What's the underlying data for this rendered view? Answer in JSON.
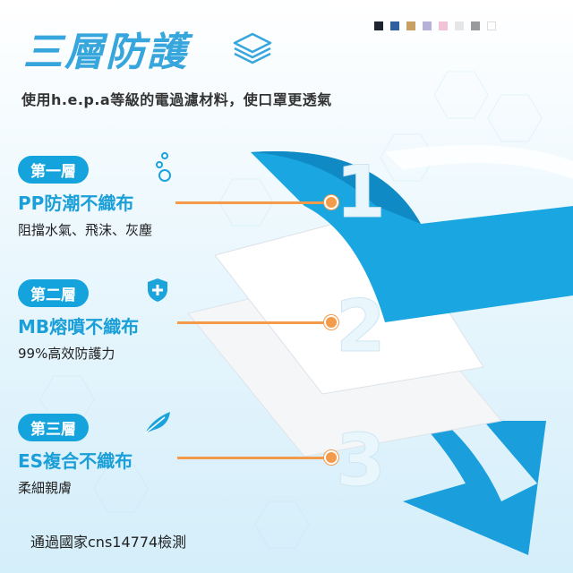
{
  "title": "三層防護",
  "subtitle": "使用h.e.p.a等級的電過濾材料，使口罩更透氣",
  "color_swatches": [
    "#1e2430",
    "#2f5f9e",
    "#c8a064",
    "#b7b0d8",
    "#f2c2d6",
    "#e6e6e6",
    "#9a9a9a",
    "#ffffff"
  ],
  "layers": [
    {
      "badge": "第一層",
      "name": "PP防潮不織布",
      "desc": "阻擋水氣、飛沫、灰塵",
      "icon": "water-drops-icon",
      "number": "1"
    },
    {
      "badge": "第二層",
      "name": "MB熔噴不織布",
      "desc": "99%高效防護力",
      "icon": "shield-plus-icon",
      "number": "2"
    },
    {
      "badge": "第三層",
      "name": "ES複合不織布",
      "desc": "柔細親膚",
      "icon": "feather-icon",
      "number": "3"
    }
  ],
  "footer": "通過國家cns14774檢測",
  "colors": {
    "accent": "#14a3dc",
    "connector": "#f39b4b",
    "top_layer": "#1aa6e0"
  }
}
